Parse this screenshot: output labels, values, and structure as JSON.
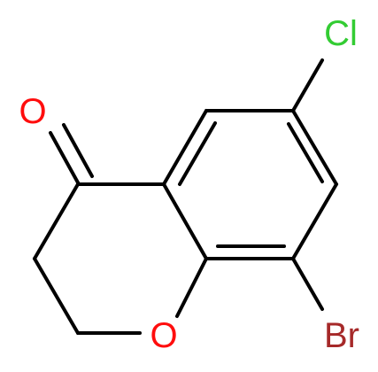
{
  "molecule": {
    "atoms": {
      "chlorine": {
        "symbol": "Cl",
        "color": "#33cc33"
      },
      "carbonyl_oxygen": {
        "symbol": "O",
        "color": "#ff0d0d"
      },
      "ring_oxygen": {
        "symbol": "O",
        "color": "#ff0d0d"
      },
      "bromine": {
        "symbol": "Br",
        "color": "#a62929"
      }
    }
  }
}
